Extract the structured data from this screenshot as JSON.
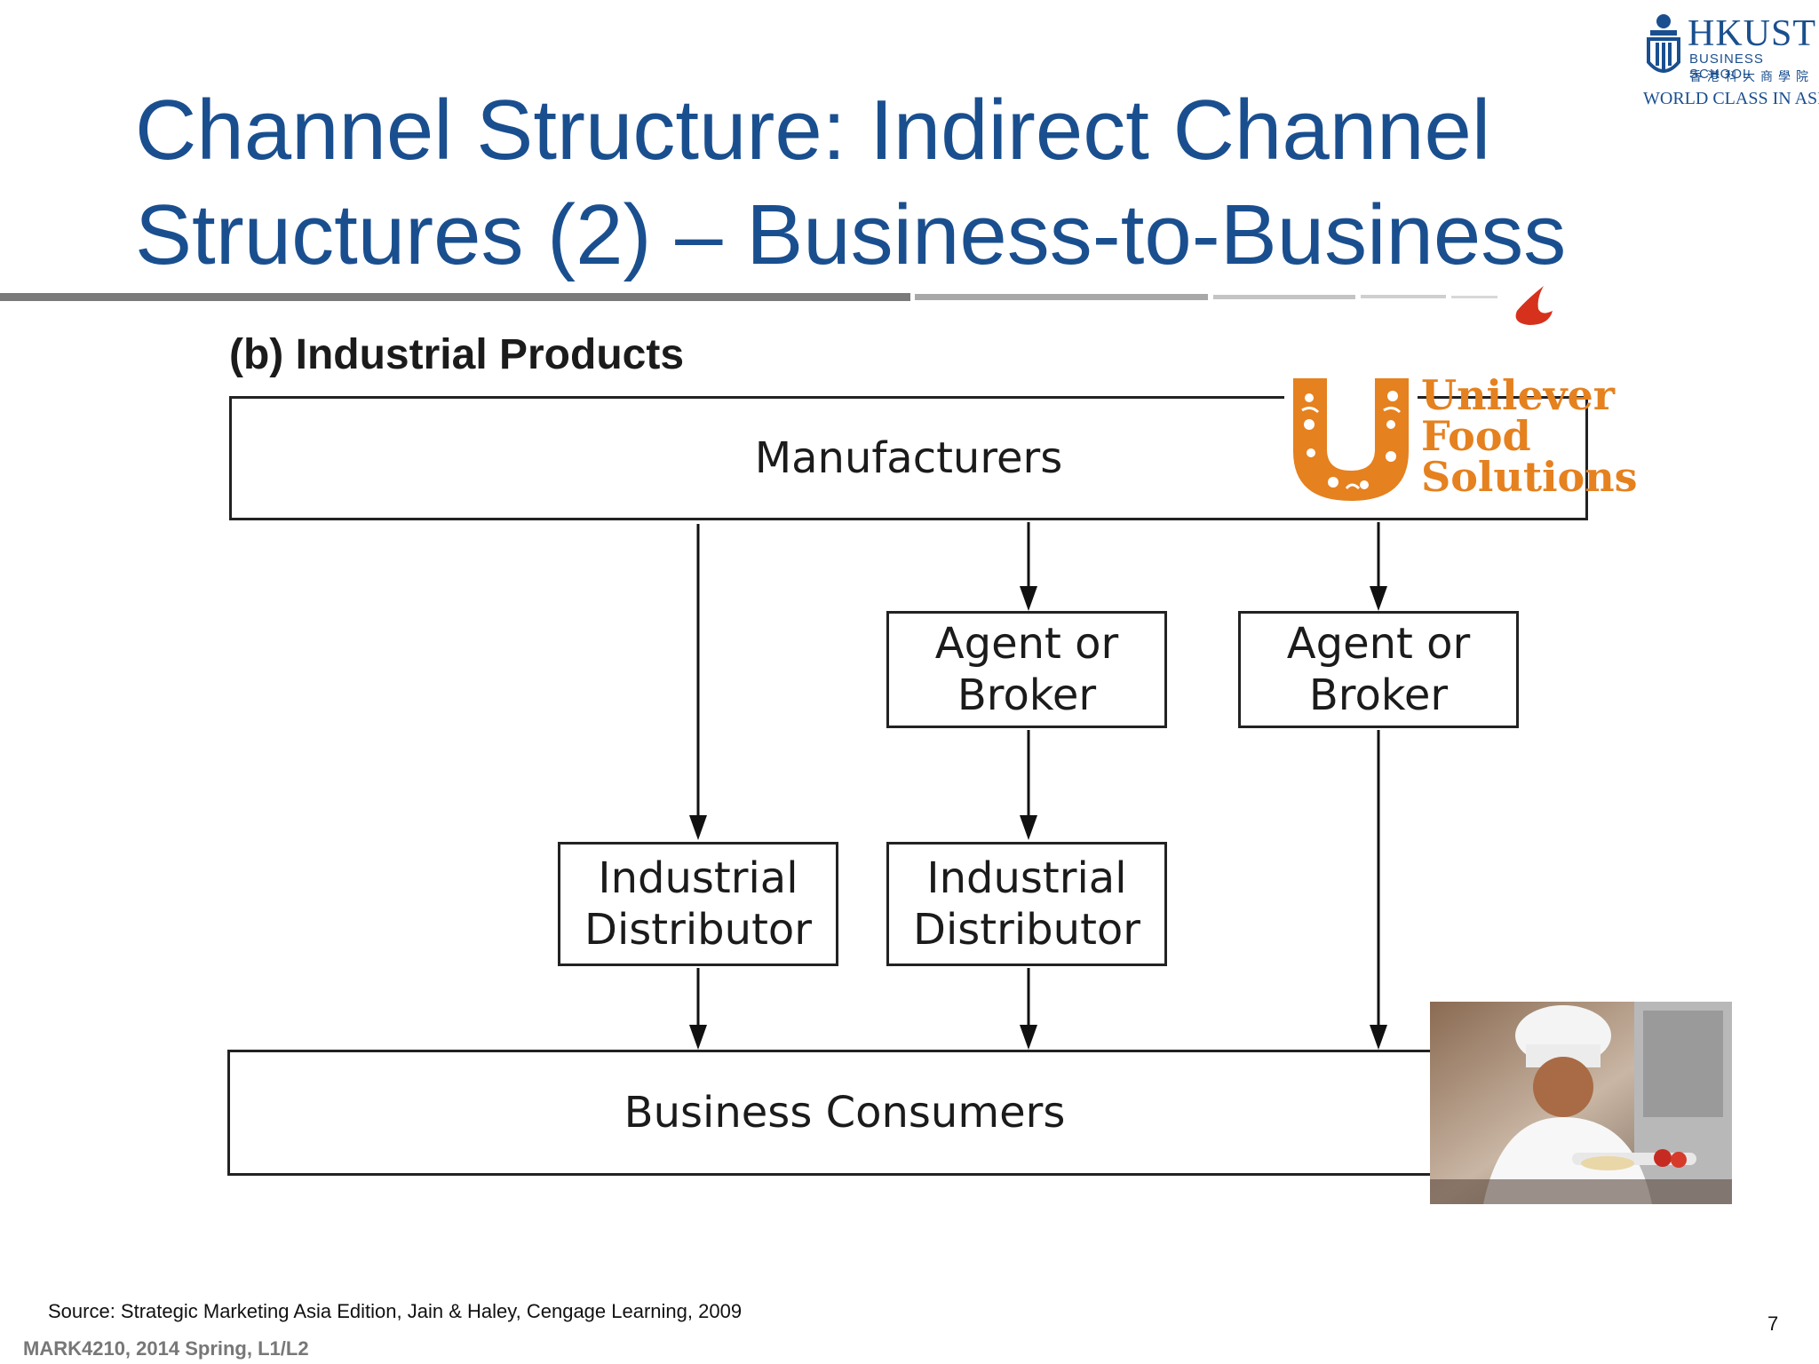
{
  "slide": {
    "title_line1": "Channel Structure: Indirect Channel",
    "title_line2": "Structures (2) – Business-to-Business",
    "logo": {
      "name": "HKUST",
      "sub": "BUSINESS SCHOOL",
      "chinese": "香港科大商學院",
      "tagline": "WORLD CLASS IN ASIA"
    }
  },
  "diagram": {
    "label": "(b) Industrial Products",
    "manufacturers": "Manufacturers",
    "agent_1": "Agent or\nBroker",
    "agent_2": "Agent or\nBroker",
    "distributor_1": "Industrial\nDistributor",
    "distributor_2": "Industrial\nDistributor",
    "consumers": "Business Consumers"
  },
  "brand": {
    "line1": "Unilever",
    "line2": "Food",
    "line3": "Solutions",
    "color": "#e5811f"
  },
  "footer": {
    "source": "Source: Strategic Marketing Asia Edition, Jain & Haley, Cengage Learning, 2009",
    "course": "MARK4210, 2014 Spring, L1/L2",
    "page": "7"
  }
}
